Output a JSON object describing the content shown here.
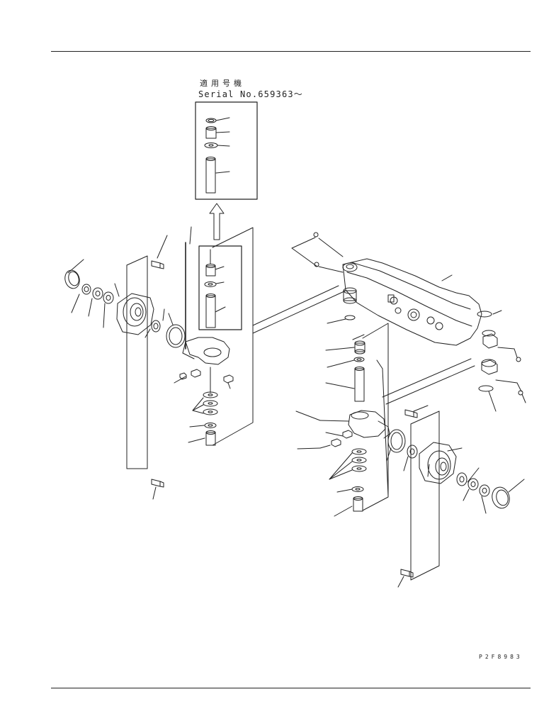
{
  "header": {
    "applicable_label": "適用号機",
    "serial_text": "Serial No.659363～"
  },
  "figure": {
    "drawing_code": "P2F8983"
  }
}
